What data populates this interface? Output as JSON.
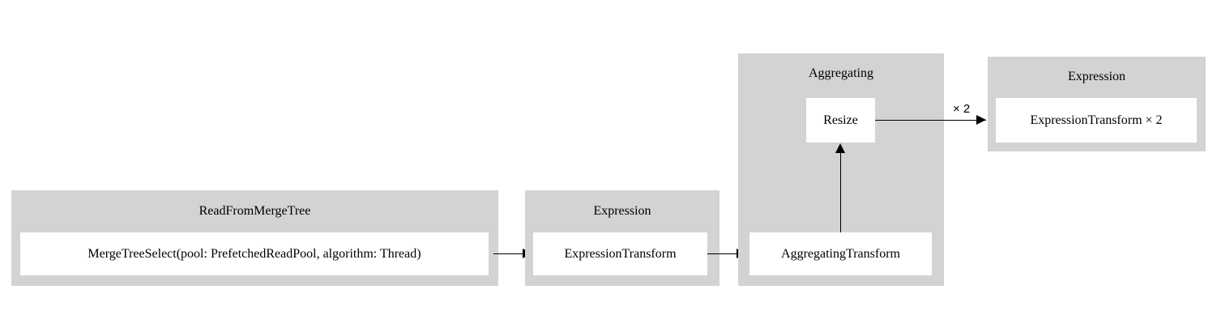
{
  "diagram": {
    "type": "pipeline-graph",
    "background_color": "#ffffff",
    "cluster_color": "#d3d3d3",
    "node_color": "#ffffff",
    "edge_color": "#000000",
    "clusters": [
      {
        "id": "read-from-merge-tree",
        "title": "ReadFromMergeTree",
        "nodes": [
          {
            "id": "merge-tree-select",
            "label": "MergeTreeSelect(pool: PrefetchedReadPool, algorithm: Thread)"
          }
        ]
      },
      {
        "id": "expression-1",
        "title": "Expression",
        "nodes": [
          {
            "id": "expression-transform",
            "label": "ExpressionTransform"
          }
        ]
      },
      {
        "id": "aggregating",
        "title": "Aggregating",
        "nodes": [
          {
            "id": "resize",
            "label": "Resize"
          },
          {
            "id": "aggregating-transform",
            "label": "AggregatingTransform"
          }
        ]
      },
      {
        "id": "expression-2",
        "title": "Expression",
        "nodes": [
          {
            "id": "expression-transform-x2",
            "label": "ExpressionTransform × 2"
          }
        ]
      }
    ],
    "edges": [
      {
        "id": "edge-select-to-expression",
        "from": "merge-tree-select",
        "to": "expression-transform",
        "label": ""
      },
      {
        "id": "edge-expression-to-aggregating",
        "from": "expression-transform",
        "to": "aggregating-transform",
        "label": ""
      },
      {
        "id": "edge-aggregating-to-resize",
        "from": "aggregating-transform",
        "to": "resize",
        "label": ""
      },
      {
        "id": "edge-resize-to-expression2",
        "from": "resize",
        "to": "expression-transform-x2",
        "label": "× 2"
      }
    ]
  }
}
